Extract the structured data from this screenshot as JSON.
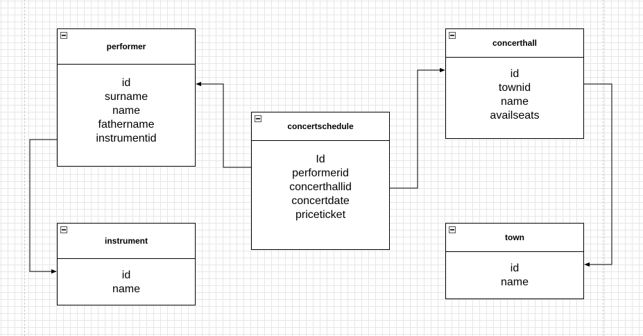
{
  "entities": [
    {
      "key": "performer",
      "title": "performer",
      "fields": [
        "id",
        "surname",
        "name",
        "fathername",
        "instrumentid"
      ]
    },
    {
      "key": "instrument",
      "title": "instrument",
      "fields": [
        "id",
        "name"
      ]
    },
    {
      "key": "concertschedule",
      "title": "concertschedule",
      "fields": [
        "Id",
        "performerid",
        "concerthallid",
        "concertdate",
        "priceticket"
      ]
    },
    {
      "key": "concerthall",
      "title": "concerthall",
      "fields": [
        "id",
        "townid",
        "name",
        "availseats"
      ]
    },
    {
      "key": "town",
      "title": "town",
      "fields": [
        "id",
        "name"
      ]
    }
  ],
  "relations": [
    {
      "from": "concertschedule",
      "to": "performer"
    },
    {
      "from": "concertschedule",
      "to": "concerthall"
    },
    {
      "from": "performer",
      "to": "instrument"
    },
    {
      "from": "concerthall",
      "to": "town"
    }
  ]
}
